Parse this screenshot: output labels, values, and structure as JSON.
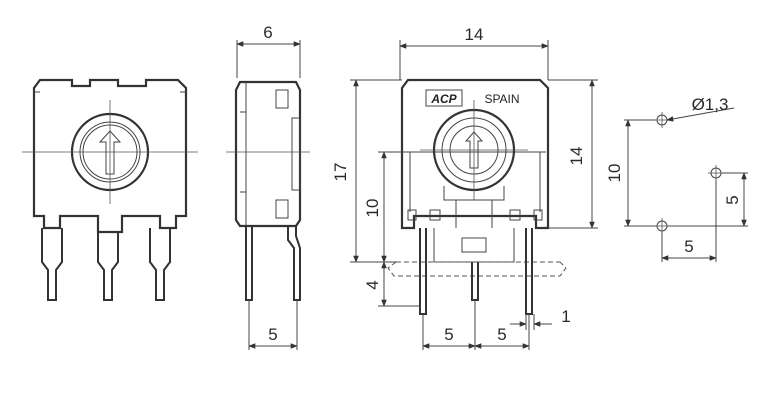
{
  "brand": {
    "logo": "ACP",
    "origin": "SPAIN"
  },
  "dimensions": {
    "side_width": "6",
    "side_pin_pitch": "5",
    "front_width": "14",
    "front_height_total": "17",
    "front_height_body": "14",
    "front_pin_height": "10",
    "front_lead_length": "4",
    "front_pin_pitch_left": "5",
    "front_pin_pitch_right": "5",
    "front_pin_width": "1",
    "hole_diameter": "Ø1,3",
    "footprint_height": "10",
    "footprint_offset": "5",
    "footprint_pitch": "5"
  }
}
